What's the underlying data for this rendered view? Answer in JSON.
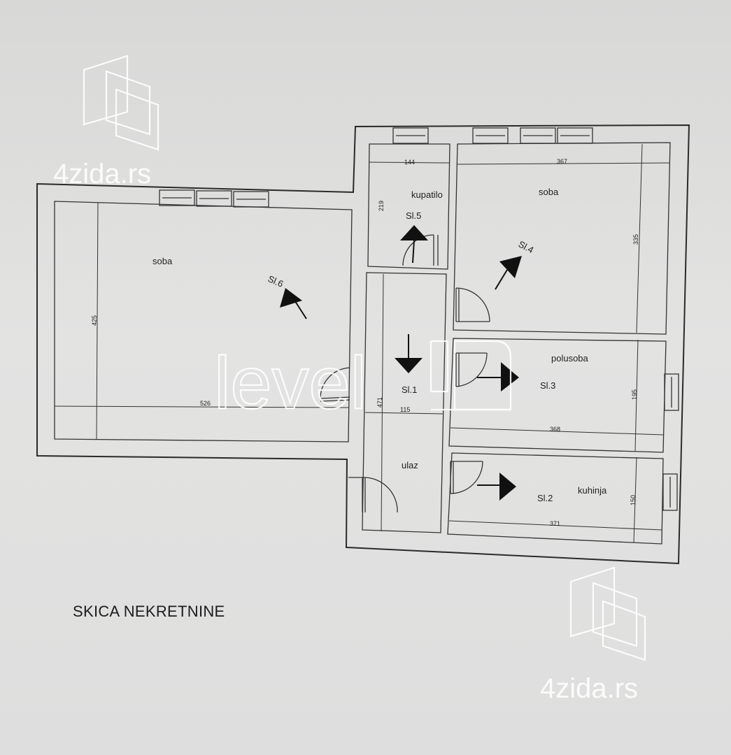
{
  "caption": "SKICA NEKRETNINE",
  "watermarks": {
    "site_top": "4zida.rs",
    "site_bottom": "4zida.rs",
    "agency": "level"
  },
  "rooms": {
    "soba_left": "soba",
    "soba_right": "soba",
    "kupatilo": "kupatilo",
    "polusoba": "polusoba",
    "kuhinja": "kuhinja",
    "ulaz": "ulaz"
  },
  "photo_markers": {
    "sl1": "Sl.1",
    "sl2": "Sl.2",
    "sl3": "Sl.3",
    "sl4": "Sl.4",
    "sl5": "Sl.5",
    "sl6": "Sl.6"
  },
  "dimensions": {
    "kupatilo_width": "144",
    "kupatilo_height": "219",
    "soba_right_width": "367",
    "soba_right_height": "335",
    "soba_left_height": "425",
    "soba_left_width": "526",
    "hall_height": "471",
    "hall_width": "115",
    "polusoba_width": "368",
    "polusoba_height": "195",
    "kuhinja_width": "371",
    "kuhinja_height": "150"
  },
  "colors": {
    "paper": "#dcdcdb",
    "lines": "#2a2a2a",
    "watermark": "#ffffff"
  }
}
